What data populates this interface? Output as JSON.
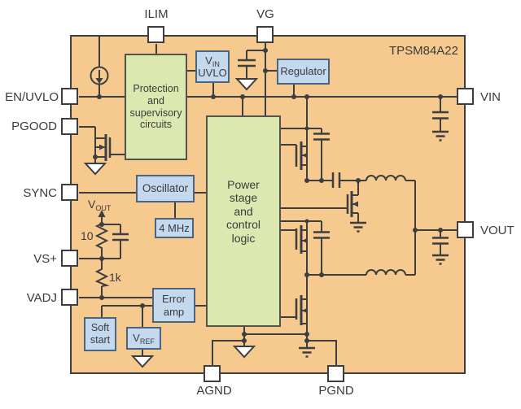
{
  "colors": {
    "background": "#ffffff",
    "module_fill": "#f6c98e",
    "line": "#3d3e40",
    "block_green_fill": "#dce8b0",
    "block_green_border": "#50544a",
    "block_blue_fill": "#c5d9ee",
    "block_blue_border": "#4a6580",
    "pin_fill": "#ffffff",
    "text": "#3a3b3d"
  },
  "title": "TPSM84A22",
  "pins": {
    "ilim": "ILIM",
    "vg": "VG",
    "en_uvlo": "EN/UVLO",
    "pgood": "PGOOD",
    "sync": "SYNC",
    "vs": "VS+",
    "vadj": "VADJ",
    "vin": "VIN",
    "vout": "VOUT",
    "agnd": "AGND",
    "pgnd": "PGND"
  },
  "blocks": {
    "protection": {
      "lines": [
        "Protection",
        "and",
        "supervisory",
        "circuits"
      ]
    },
    "vin_uvlo": {
      "v": "V",
      "sub": "IN",
      "line2": "UVLO"
    },
    "regulator": {
      "label": "Regulator"
    },
    "oscillator": {
      "label": "Oscillator"
    },
    "freq": {
      "label": "4 MHz"
    },
    "power_stage": {
      "lines": [
        "Power",
        "stage",
        "and",
        "control",
        "logic"
      ]
    },
    "error_amp": {
      "lines": [
        "Error",
        "amp"
      ]
    },
    "soft_start": {
      "lines": [
        "Soft",
        "start"
      ]
    },
    "vref": {
      "v": "V",
      "sub": "REF"
    }
  },
  "nets": {
    "vout": {
      "v": "V",
      "sub": "OUT"
    },
    "r_top": "10",
    "r_bottom": "1k"
  }
}
